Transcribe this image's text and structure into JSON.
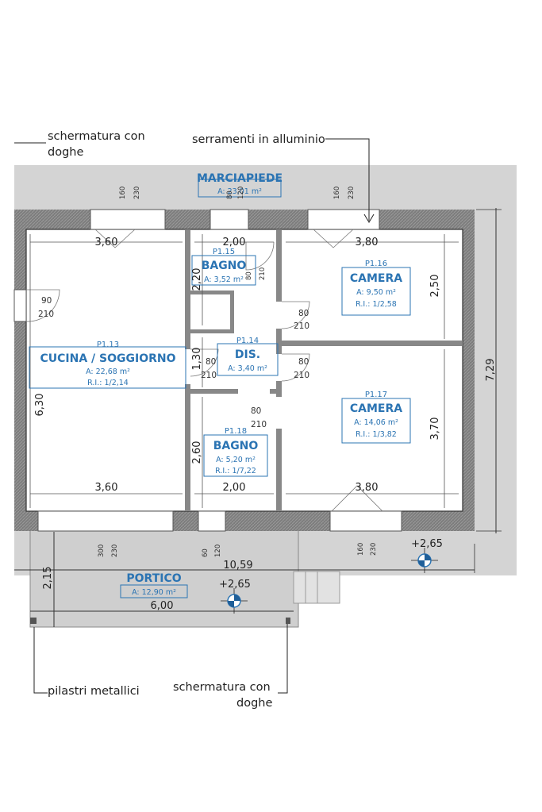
{
  "annotations": {
    "screening_top_line1": "schermatura con",
    "screening_top_line2": "doghe",
    "aluminium_frames": "serramenti in alluminio",
    "metal_pillars": "pilastri metallici",
    "screening_bottom_line1": "schermatura con",
    "screening_bottom_line2": "doghe"
  },
  "outdoor": {
    "sidewalk_name": "MARCIAPIEDE",
    "sidewalk_area": "A: 23,01 m²",
    "porch_name": "PORTICO",
    "porch_area": "A: 12,90 m²"
  },
  "rooms": [
    {
      "code": "P1.13",
      "name": "CUCINA / SOGGIORNO",
      "area": "A: 22,68 m²",
      "ri": "R.I.: 1/2,14"
    },
    {
      "code": "P1.15",
      "name": "BAGNO",
      "area": "A: 3,52 m²",
      "ri": ""
    },
    {
      "code": "P1.16",
      "name": "CAMERA",
      "area": "A: 9,50 m²",
      "ri": "R.I.: 1/2,58"
    },
    {
      "code": "P1.14",
      "name": "DIS.",
      "area": "A: 3,40 m²",
      "ri": ""
    },
    {
      "code": "P1.17",
      "name": "CAMERA",
      "area": "A: 14,06 m²",
      "ri": "R.I.: 1/3,82"
    },
    {
      "code": "P1.18",
      "name": "BAGNO",
      "area": "A: 5,20 m²",
      "ri": "R.I.: 1/7,22"
    }
  ],
  "dimensions": {
    "top_left_width": "3,60",
    "top_mid_width": "2,00",
    "top_right_width": "3,80",
    "bottom_left_width": "3,60",
    "bottom_mid_width": "2,00",
    "bottom_right_width": "3,80",
    "left_height": "6,30",
    "bagno_top_height": "2,20",
    "dis_height": "1,30",
    "bagno_bottom_height": "2,60",
    "camera_top_height": "2,50",
    "camera_bottom_height": "3,70",
    "overall_height": "7,29",
    "overall_width": "10,59",
    "porch_width": "6,00",
    "porch_depth": "2,15"
  },
  "openings": {
    "w_top_left_a": "160",
    "w_top_left_b": "230",
    "w_top_mid_a": "80",
    "w_top_mid_b": "120",
    "w_top_right_a": "160",
    "w_top_right_b": "230",
    "w_bottom_left_a": "300",
    "w_bottom_left_b": "230",
    "w_bottom_mid_a": "60",
    "w_bottom_mid_b": "120",
    "w_bottom_right_a": "160",
    "w_bottom_right_b": "230",
    "door_entry_a": "90",
    "door_entry_b": "210",
    "door_bagno1_a": "80",
    "door_bagno1_b": "210",
    "door_camera1_a": "80",
    "door_camera1_b": "210",
    "door_dis_a": "80",
    "door_dis_b": "210",
    "door_camera2_a": "80",
    "door_camera2_b": "210",
    "door_bagno2_a": "80",
    "door_bagno2_b": "210"
  },
  "levels": {
    "outside": "+2,65",
    "porch": "+2,65"
  }
}
